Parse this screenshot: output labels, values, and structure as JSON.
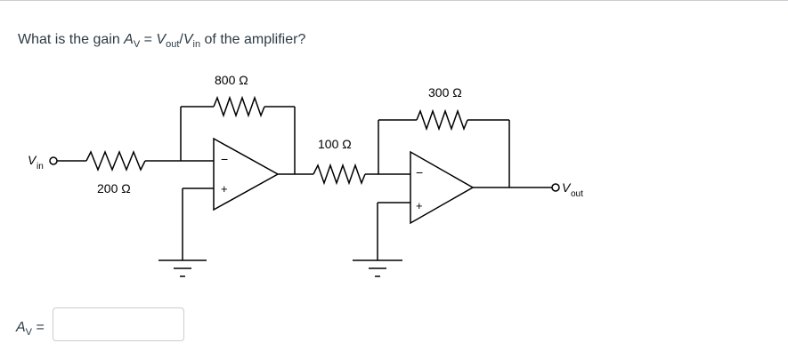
{
  "question": {
    "prefix": "What is the gain ",
    "gain_symbol": "A",
    "gain_subscript": "V",
    "equals": " = ",
    "numerator": "V",
    "numerator_subscript": "out",
    "slash": "/",
    "denominator": "V",
    "denominator_subscript": "in",
    "suffix": " of the amplifier?"
  },
  "circuit": {
    "r_in_label": "200 Ω",
    "r_fb1_label": "800 Ω",
    "r_mid_label": "100 Ω",
    "r_fb2_label": "300 Ω",
    "vin_symbol": "V",
    "vin_subscript": "in",
    "vout_symbol": "V",
    "vout_subscript": "out",
    "inverting_sign": "−",
    "noninverting_sign": "+"
  },
  "answer": {
    "symbol": "A",
    "subscript": "V",
    "equals": " =",
    "value": ""
  }
}
